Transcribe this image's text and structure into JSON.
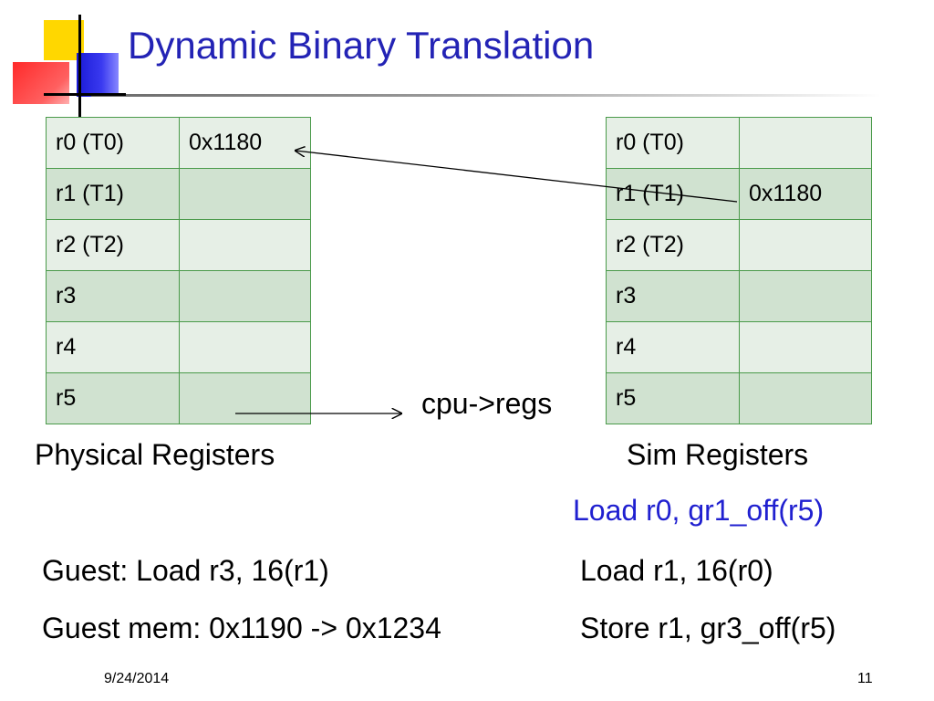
{
  "title": "Dynamic Binary Translation",
  "physical": {
    "label": "Physical Registers",
    "rows": [
      {
        "reg": "r0 (T0)",
        "value": "0x1180"
      },
      {
        "reg": "r1 (T1)",
        "value": ""
      },
      {
        "reg": "r2 (T2)",
        "value": ""
      },
      {
        "reg": "r3",
        "value": ""
      },
      {
        "reg": "r4",
        "value": ""
      },
      {
        "reg": "r5",
        "value": ""
      }
    ]
  },
  "sim": {
    "label": "Sim Registers",
    "rows": [
      {
        "reg": "r0 (T0)",
        "value": ""
      },
      {
        "reg": "r1 (T1)",
        "value": "0x1180"
      },
      {
        "reg": "r2 (T2)",
        "value": ""
      },
      {
        "reg": "r3",
        "value": ""
      },
      {
        "reg": "r4",
        "value": ""
      },
      {
        "reg": "r5",
        "value": ""
      }
    ]
  },
  "pointer_label": "cpu->regs",
  "translated": {
    "load_r0": "Load r0, gr1_off(r5)",
    "load_r1": "Load r1, 16(r0)",
    "store_r1": "Store r1, gr3_off(r5)"
  },
  "guest": {
    "instr": "Guest: Load r3, 16(r1)",
    "mem": "Guest mem: 0x1190 -> 0x1234"
  },
  "footer": {
    "date": "9/24/2014",
    "page": "11"
  },
  "colors": {
    "title": "#2323b5",
    "highlight_instruction": "#2020d0",
    "table_border": "#4a9a4a"
  }
}
